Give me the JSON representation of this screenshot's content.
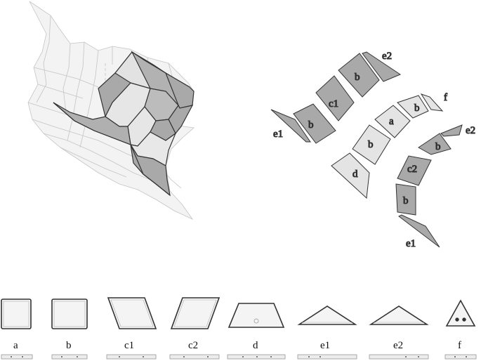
{
  "panels_left": [
    {
      "label": "e1"
    },
    {
      "label": "b"
    },
    {
      "label": "c1"
    },
    {
      "label": "b"
    },
    {
      "label": "e2"
    }
  ],
  "panels_middle": [
    {
      "label": "d"
    },
    {
      "label": "b"
    },
    {
      "label": "a"
    },
    {
      "label": "b"
    },
    {
      "label": "f"
    }
  ],
  "panels_right": [
    {
      "label": "e1"
    },
    {
      "label": "b"
    },
    {
      "label": "c2"
    },
    {
      "label": "b"
    },
    {
      "label": "e2"
    }
  ],
  "footprints": [
    {
      "label": "a"
    },
    {
      "label": "b"
    },
    {
      "label": "c1"
    },
    {
      "label": "c2"
    },
    {
      "label": "d"
    },
    {
      "label": "e1"
    },
    {
      "label": "e2"
    },
    {
      "label": "f"
    }
  ],
  "colors": {
    "panel_dark": "#a9a9a9",
    "panel_light": "#e4e4e4",
    "outline": "#333333",
    "wire": "#bdbdbd"
  }
}
